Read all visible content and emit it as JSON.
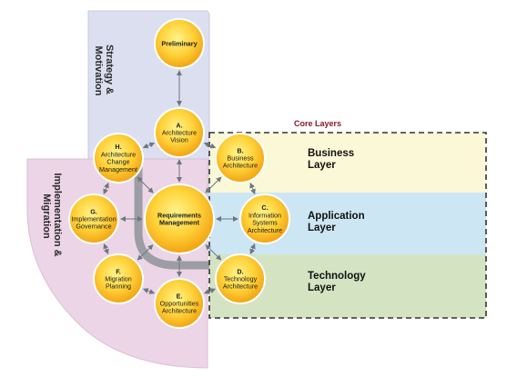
{
  "regions": {
    "strategy": "Strategy & Motivation",
    "implementation": "Implementation & Migration",
    "core": "Core Layers"
  },
  "layers": {
    "business": [
      "Business",
      "Layer"
    ],
    "application": [
      "Application",
      "Layer"
    ],
    "technology": [
      "Technology",
      "Layer"
    ]
  },
  "nodes": {
    "preliminary": [
      "Preliminary"
    ],
    "a": [
      "A.",
      "Architecture",
      "Vision"
    ],
    "b": [
      "B.",
      "Business",
      "Architecture"
    ],
    "c": [
      "C.",
      "Information",
      "Systems",
      "Architecture"
    ],
    "d": [
      "D.",
      "Technology",
      "Architecture"
    ],
    "e": [
      "E.",
      "Opportunities",
      "Architecture"
    ],
    "f": [
      "F.",
      "Migration",
      "Planning"
    ],
    "g": [
      "G.",
      "Implementation",
      "Governance"
    ],
    "h": [
      "H.",
      "Architecture",
      "Change",
      "Management"
    ],
    "req": [
      "Requirements",
      "Management"
    ]
  },
  "colors": {
    "strategy_bg": "#dcdff0",
    "implementation_bg": "#ecd5e6",
    "business_bg": "#fbf8d8",
    "application_bg": "#cde6f4",
    "technology_bg": "#d4e3c2",
    "circle_center": "#fff27a",
    "circle_edge": "#f2a312",
    "core_label": "#8b1a2a"
  }
}
